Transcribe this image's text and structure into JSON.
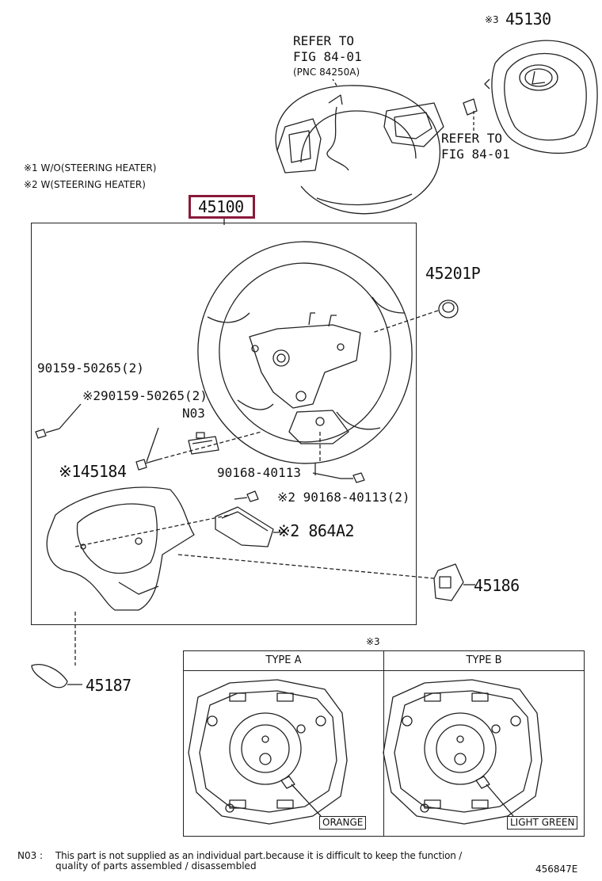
{
  "labels": {
    "part_45130": "45130",
    "part_45130_mark": "※3",
    "refer_top": "REFER TO",
    "refer_top_fig": "FIG 84-01",
    "refer_top_pnc": "(PNC 84250A)",
    "refer_right": "REFER TO",
    "refer_right_fig": "FIG 84-01",
    "note_1": "※1 W/O(STEERING HEATER)",
    "note_2": "※2 W(STEERING HEATER)",
    "part_45100": "45100",
    "part_45201P": "45201P",
    "part_90159_a": "90159-50265(2)",
    "part_90159_b": "※290159-50265(2)",
    "part_N03": "N03",
    "part_45184": "※145184",
    "part_90168_a": "90168-40113",
    "part_90168_b": "※2 90168-40113(2)",
    "part_864A2": "※2 864A2",
    "part_45186": "45186",
    "part_45187": "45187",
    "type_mark": "※3",
    "type_a": "TYPE A",
    "type_b": "TYPE B",
    "tag_orange": "ORANGE",
    "tag_light_green": "LIGHT GREEN",
    "footnote_key": "N03 :",
    "footnote_line1": "This part is not supplied as an individual part.because it is difficult to keep the function /",
    "footnote_line2": "quality of parts assembled / disassembled",
    "figure_id": "456847E"
  }
}
